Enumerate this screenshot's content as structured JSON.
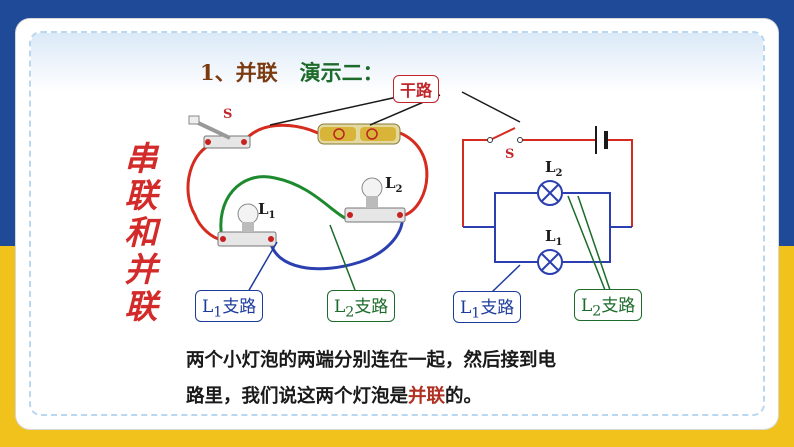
{
  "title": {
    "number": "1、并联",
    "demo": "演示二："
  },
  "side_title": [
    "串",
    "联",
    "和",
    "并",
    "联"
  ],
  "labels": {
    "main_line": "干路",
    "l1_branch": "L",
    "l1_sub": "1",
    "l2_branch": "L",
    "l2_sub": "2",
    "branch_word": "支路"
  },
  "circuit": {
    "switch_label": "S",
    "lamp1": "L",
    "lamp1_sub": "1",
    "lamp2": "L",
    "lamp2_sub": "2"
  },
  "text": {
    "line1": "两个小灯泡的两端分别连在一起，然后接到电",
    "line2_a": "路里，我们说这两个灯泡是",
    "line2_hl": "并联",
    "line2_b": "的。"
  },
  "colors": {
    "main_wire": "#d62b1f",
    "branch1": "#2c3fb0",
    "branch2": "#1e8a2e",
    "accent": "#d32a2a"
  }
}
